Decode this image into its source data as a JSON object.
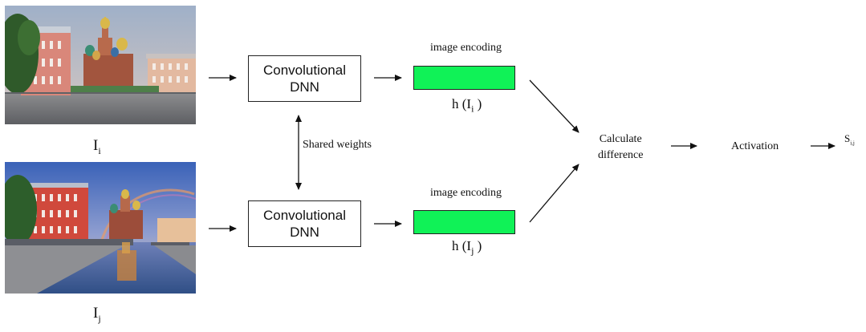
{
  "inputs": [
    {
      "label": "I",
      "sub": "i",
      "image": "cathedral-daytime-photo"
    },
    {
      "label": "I",
      "sub": "j",
      "image": "cathedral-canal-rainbow-photo"
    }
  ],
  "network": {
    "line1": "Convolutional",
    "line2": "DNN"
  },
  "shared_weights": "Shared weights",
  "encoding_label": "image encoding",
  "encoding_color": "#10f257",
  "h_labels": [
    {
      "text": "h (I",
      "sub": "i",
      "close": " )"
    },
    {
      "text": "h (I",
      "sub": "j",
      "close": " )"
    }
  ],
  "calculate": {
    "line1": "Calculate",
    "line2": "difference"
  },
  "activation": "Activation",
  "output": {
    "label": "S",
    "sub": "i,j"
  }
}
